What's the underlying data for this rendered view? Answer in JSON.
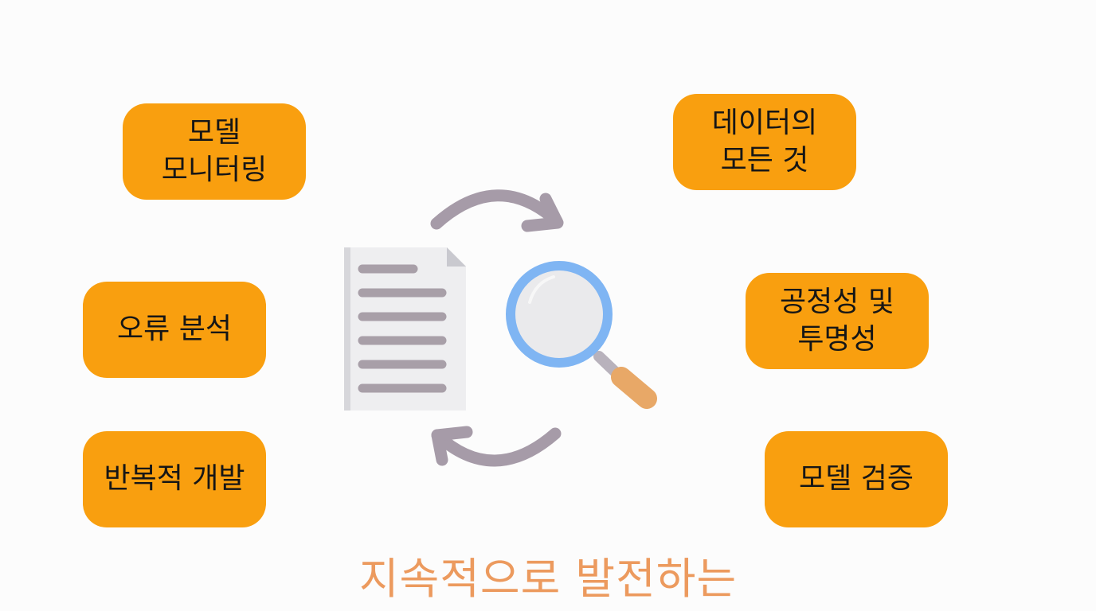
{
  "topics": {
    "model_monitoring": "모델\n모니터링",
    "error_analysis": "오류 분석",
    "iterative_development": "반복적 개발",
    "all_about_data": "데이터의\n모든 것",
    "fairness_transparency": "공정성 및\n투명성",
    "model_validation": "모델 검증"
  },
  "center": {
    "icons": [
      "document-icon",
      "magnifier-icon",
      "cycle-arrow-top-icon",
      "cycle-arrow-bottom-icon"
    ]
  },
  "caption": "지속적으로 발전하는",
  "colors": {
    "pill": "#f99f0f",
    "caption": "#ec9a5e",
    "arrow": "#a69ba8",
    "doc_lines": "#a89fa8",
    "lens_ring": "#7fb5f3",
    "handle": "#e8a867"
  }
}
